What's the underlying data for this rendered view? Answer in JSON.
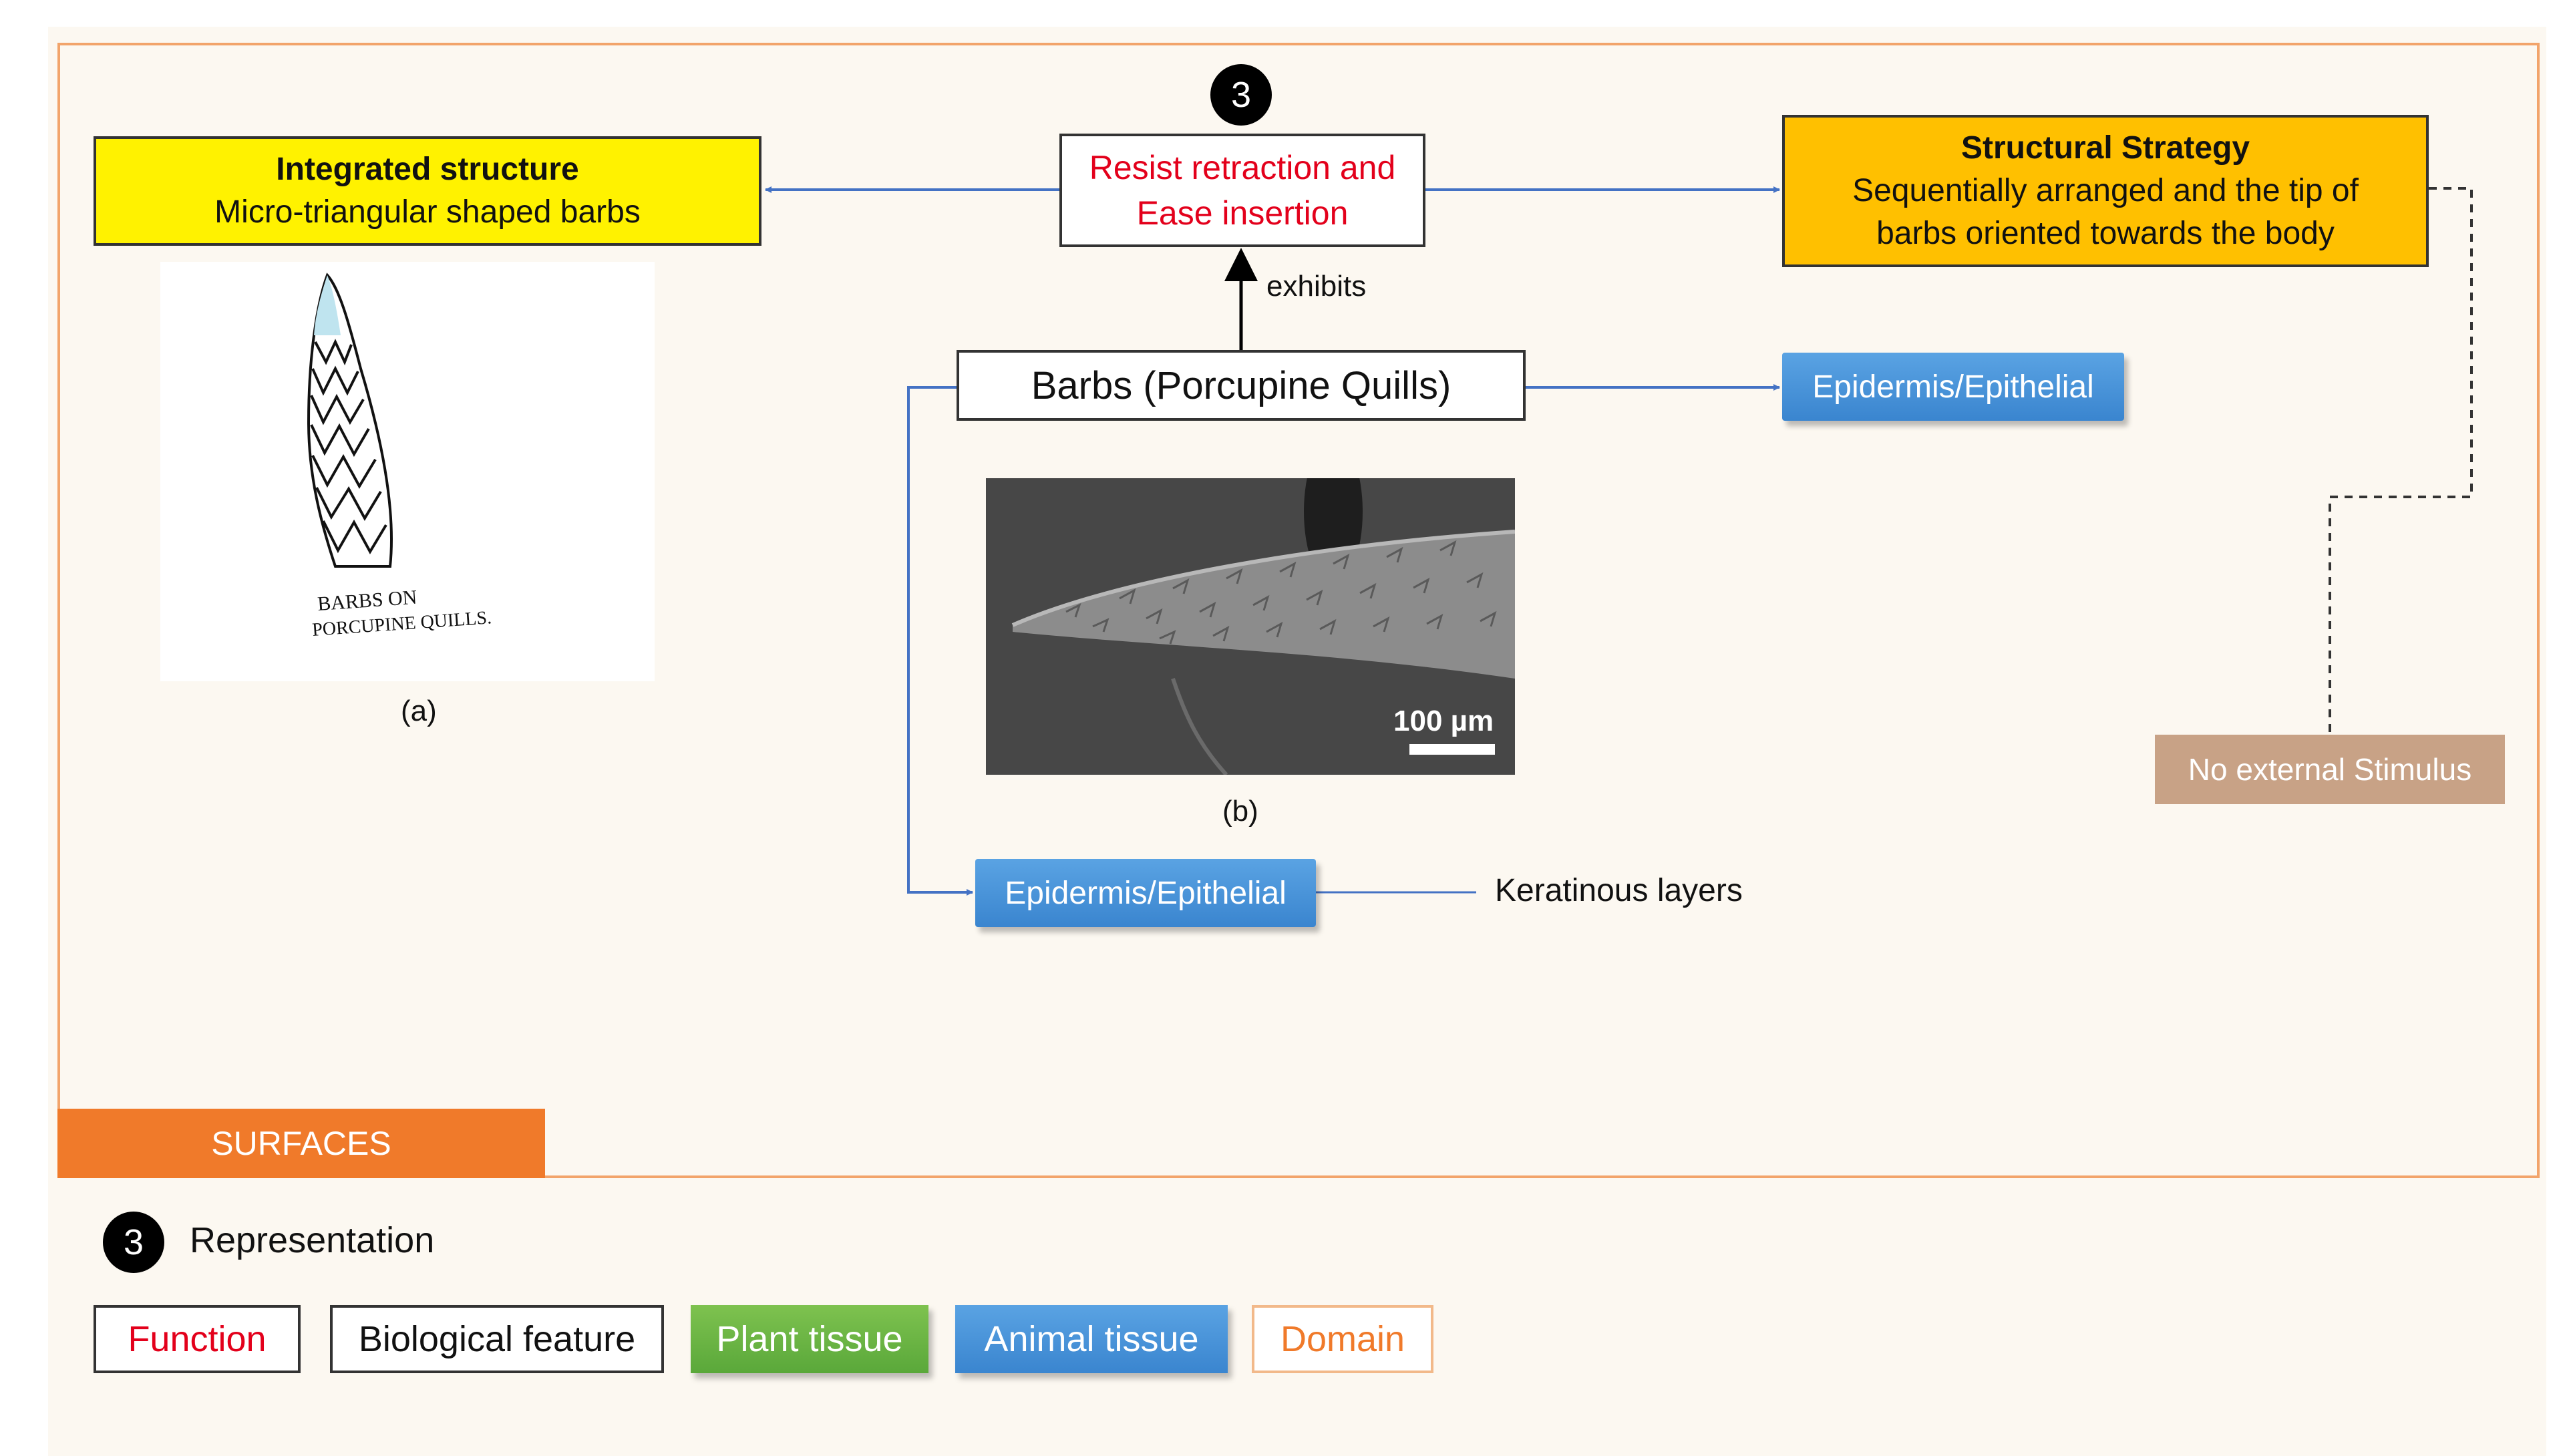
{
  "representation": {
    "badge": "3",
    "label": "Representation"
  },
  "diagram_badge": "3",
  "domain_tab": "SURFACES",
  "integrated_structure": {
    "title": "Integrated structure",
    "text": "Micro-triangular shaped barbs"
  },
  "function_box": {
    "line1": "Resist retraction and",
    "line2": "Ease insertion"
  },
  "structural_strategy": {
    "title": "Structural Strategy",
    "line1": "Sequentially arranged and the tip of",
    "line2": "barbs oriented towards the body"
  },
  "biological_feature": "Barbs (Porcupine Quills)",
  "edge_exhibits": "exhibits",
  "tissue_top": "Epidermis/Epithelial",
  "tissue_bottom": "Epidermis/Epithelial",
  "keratinous": "Keratinous layers",
  "stimulus": "No external Stimulus",
  "figure_a": {
    "caption": "(a)",
    "handwriting_line1": "BARBS ON",
    "handwriting_line2": "PORCUPINE QUILLS."
  },
  "figure_b": {
    "caption": "(b)",
    "scale": "100 µm"
  },
  "legend": {
    "function": "Function",
    "biological": "Biological feature",
    "plant": "Plant tissue",
    "animal": "Animal tissue",
    "domain": "Domain"
  },
  "colors": {
    "function_text": "#e3001b",
    "integrated": "#fff200",
    "strategy": "#ffc000",
    "animal_tissue": "#3a85cf",
    "plant_tissue": "#5aa83a",
    "domain": "#f07a2a",
    "stimulus": "#c8a286",
    "arrow_blue": "#4472c4"
  }
}
